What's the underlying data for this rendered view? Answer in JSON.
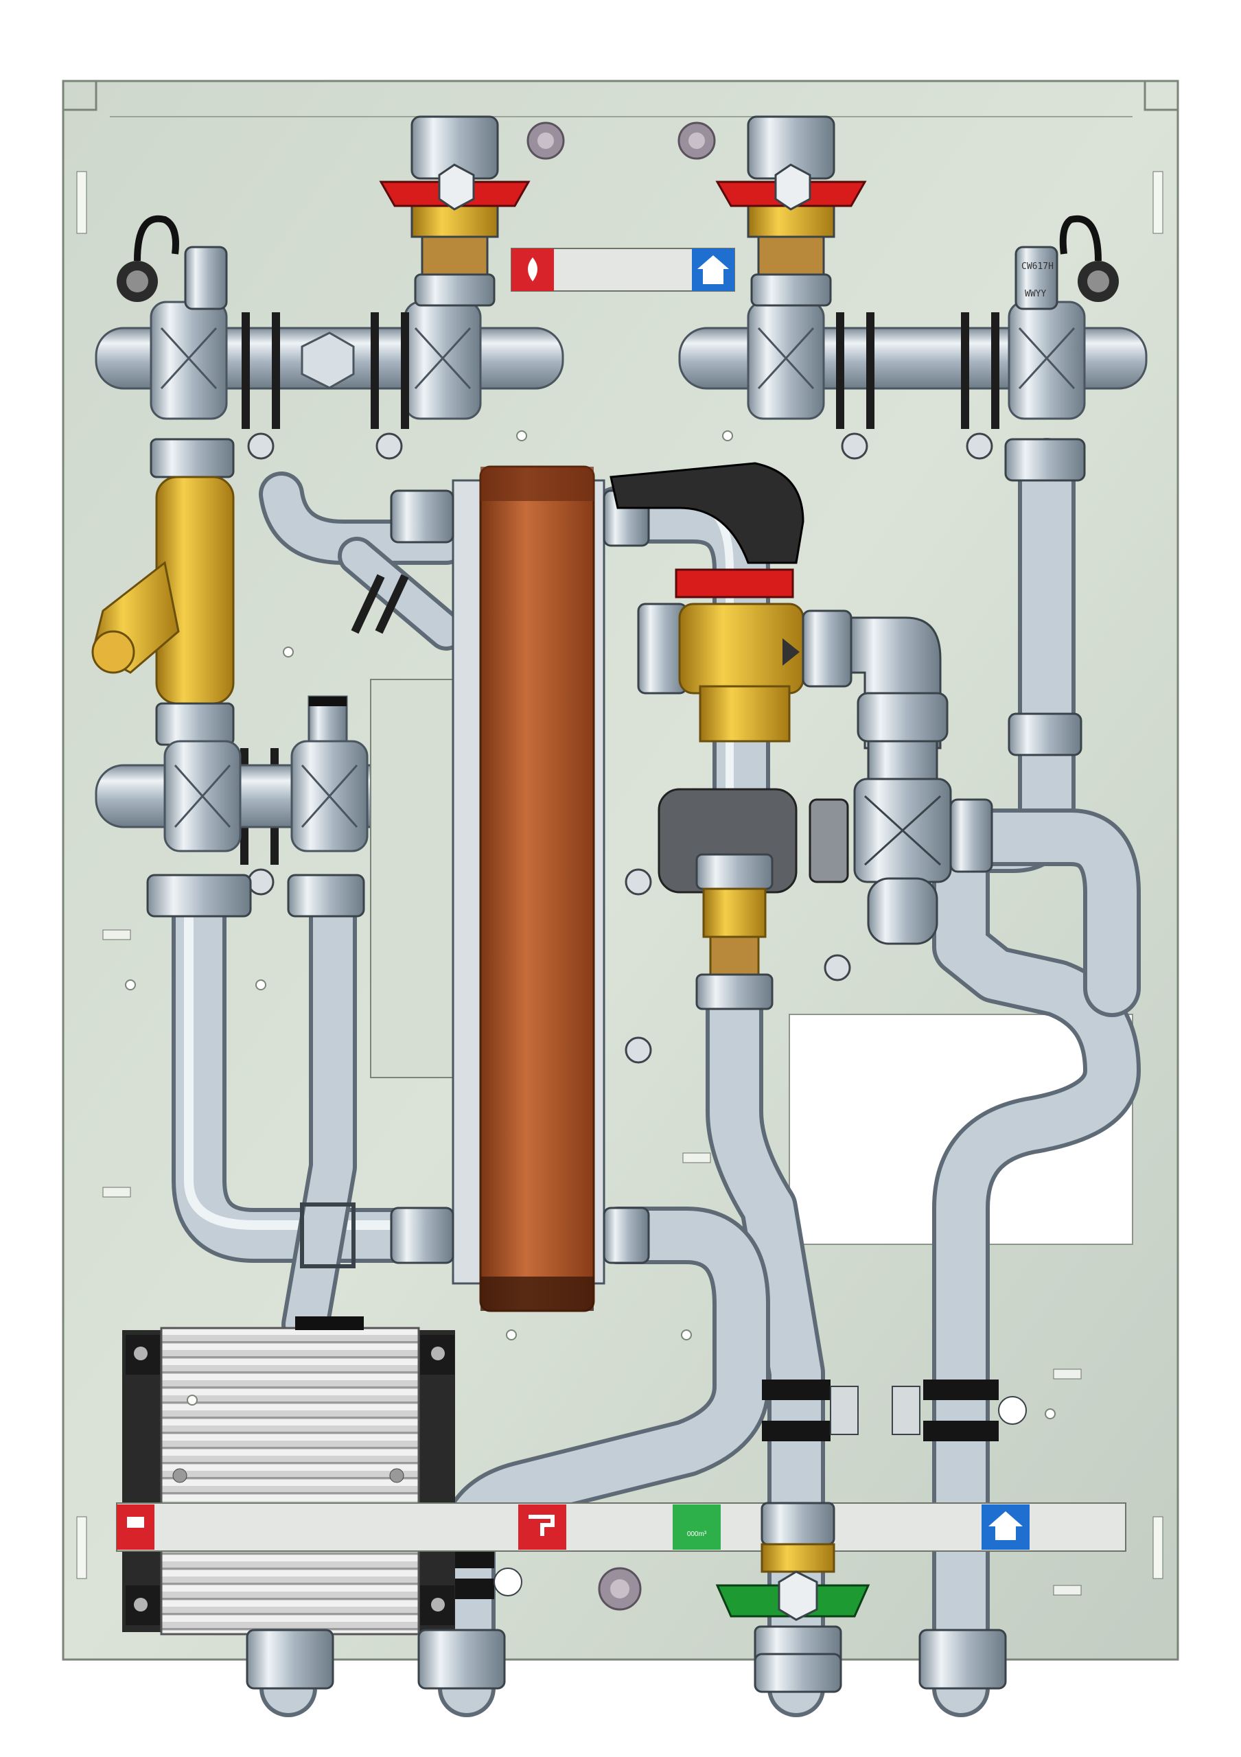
{
  "diagram": {
    "valve_tag": {
      "line1": "CW617H",
      "line2": "WWYY"
    },
    "flow_label": "000m³",
    "colors": {
      "backplate": "#c9d3c7",
      "pipe": "#b8c3cd",
      "heat_exchanger": "#b65a2c",
      "brass": "#d9a622",
      "valve_red": "#d81c1c",
      "valve_green": "#1e9a33",
      "label_red": "#d8232a",
      "label_blue": "#1e6fd0",
      "label_green": "#2db04a",
      "pump_black": "#2c2c2c"
    },
    "icons": [
      "boiler-flame-flow-icon",
      "boiler-flame-return-icon",
      "heating-flow-icon",
      "hot-water-tap-icon",
      "cold-water-meter-icon",
      "heating-return-icon"
    ]
  }
}
